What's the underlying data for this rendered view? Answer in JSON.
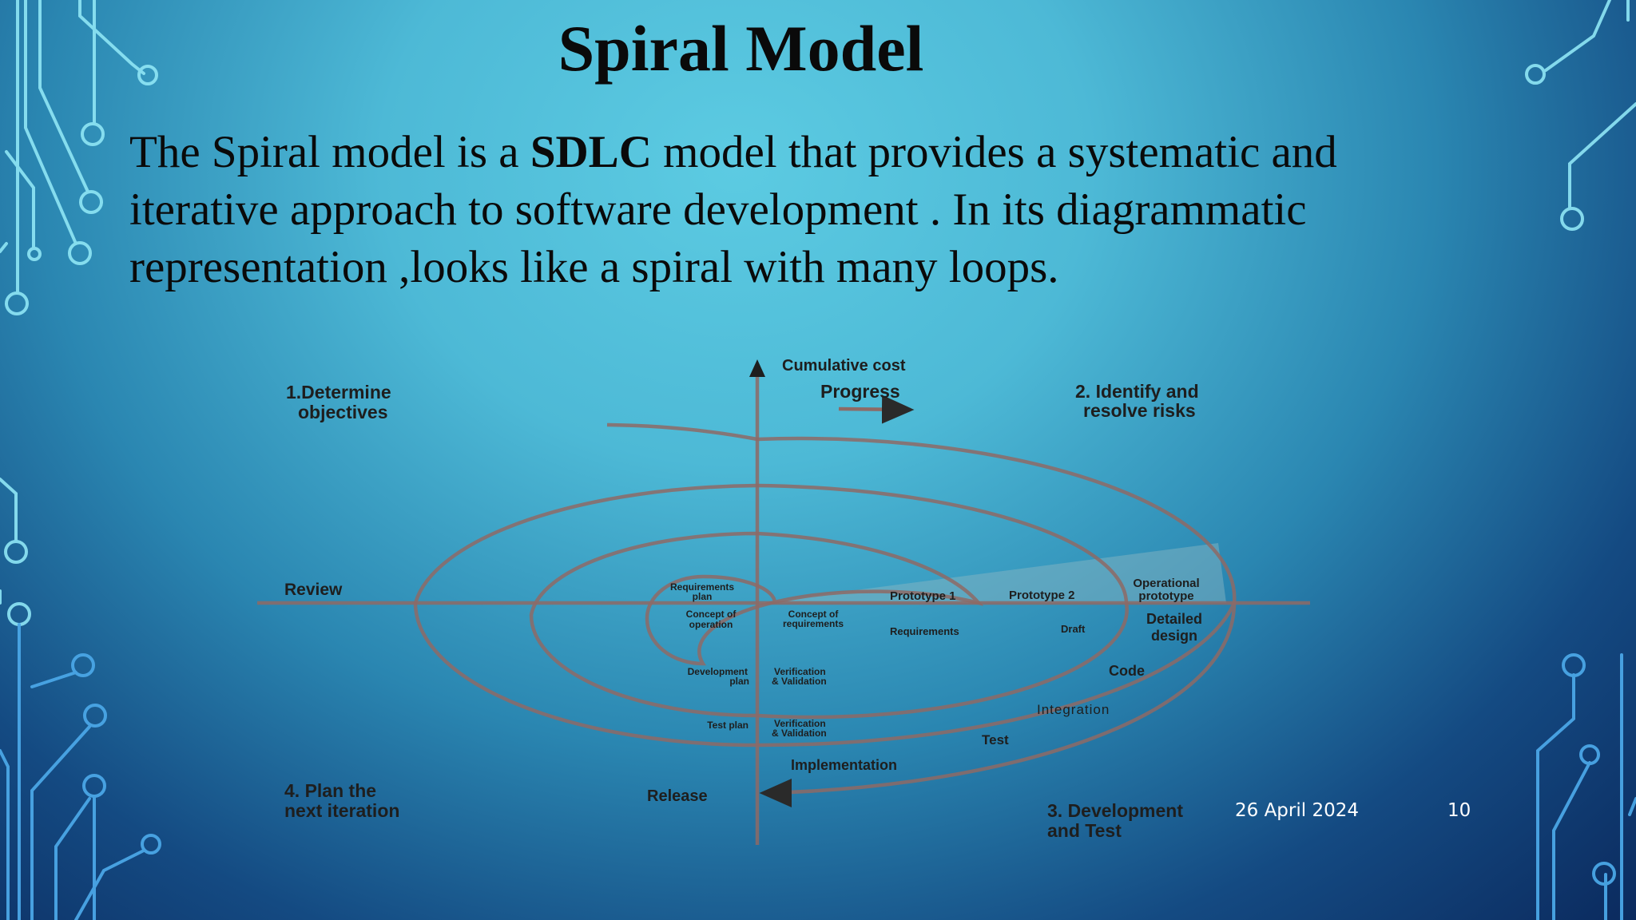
{
  "slide": {
    "title": "Spiral Model",
    "body": {
      "part1": "The Spiral model is a ",
      "bold": "SDLC",
      "part2": " model that provides a systematic and iterative approach to software development . In its diagrammatic representation ,looks like a spiral with many loops."
    }
  },
  "diagram": {
    "axis_label": "Cumulative cost",
    "progress": "Progress",
    "q1": [
      "1.Determine",
      "objectives"
    ],
    "q2": [
      "2. Identify and",
      "resolve risks"
    ],
    "q3": [
      "3. Development",
      "and Test"
    ],
    "q4": [
      "4. Plan the",
      "next iteration"
    ],
    "review": "Review",
    "release": "Release",
    "requirements_plan": [
      "Requirements",
      "plan"
    ],
    "concept_of_operation": [
      "Concept of",
      "operation"
    ],
    "concept_of_requirements": [
      "Concept of",
      "requirements"
    ],
    "prototype1": "Prototype 1",
    "prototype2": "Prototype 2",
    "operational_prototype": [
      "Operational",
      "prototype"
    ],
    "requirements": "Requirements",
    "draft": "Draft",
    "detailed_design": [
      "Detailed",
      "design"
    ],
    "code": "Code",
    "development_plan": [
      "Development",
      "plan"
    ],
    "verification_validation_1": [
      "Verification",
      "& Validation"
    ],
    "integration": "Integration",
    "test_plan": "Test plan",
    "verification_validation_2": [
      "Verification",
      "& Validation"
    ],
    "test": "Test",
    "implementation": "Implementation"
  },
  "footer": {
    "date": "26 April 2024",
    "page": "10"
  }
}
